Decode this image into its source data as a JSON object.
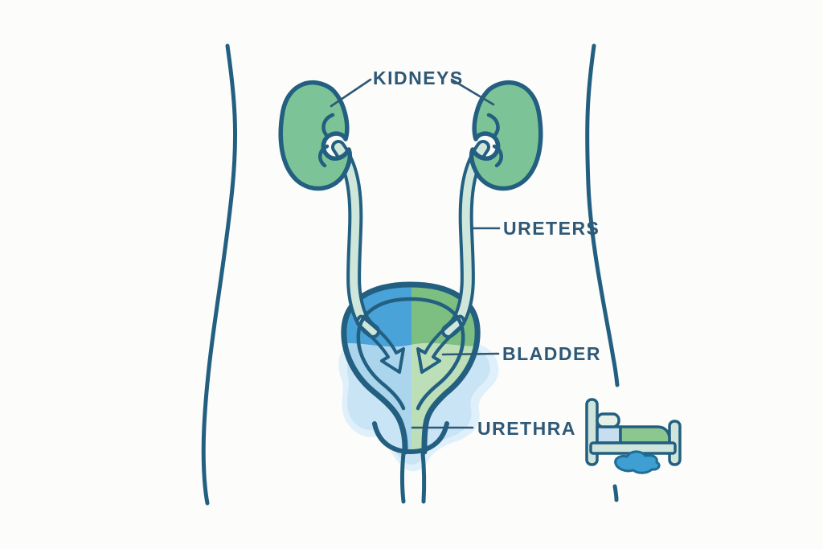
{
  "diagram": {
    "labels": {
      "kidneys": "KIDNEYS",
      "ureters": "URETERS",
      "bladder": "BLADDER",
      "urethra": "URETHRA"
    },
    "icons": {
      "bed_icon": "side-view bed with pillow and blanket",
      "urine_puddle_icon": "puddle beneath bed"
    }
  },
  "palette": {
    "bg": "#fcfcfa",
    "ink": "#235f80",
    "label": "#2e5876",
    "kidney": "#7cc497",
    "tube": "#cfe7db",
    "bladder_blue": "#49a2d8",
    "bladder_blue_light": "#aad5ec",
    "bladder_green": "#7dbe81",
    "bladder_green_light": "#bcdfb8",
    "wash": "#c9e4f5",
    "wash_light": "#e0f0fa",
    "bed_frame": "#cfe4da",
    "bed_pillow": "#e4f0e8",
    "bed_sheet": "#c6def0",
    "bed_blanket": "#8cc78f",
    "puddle": "#3f9ed2",
    "puddle_ink": "#1d6e96"
  }
}
